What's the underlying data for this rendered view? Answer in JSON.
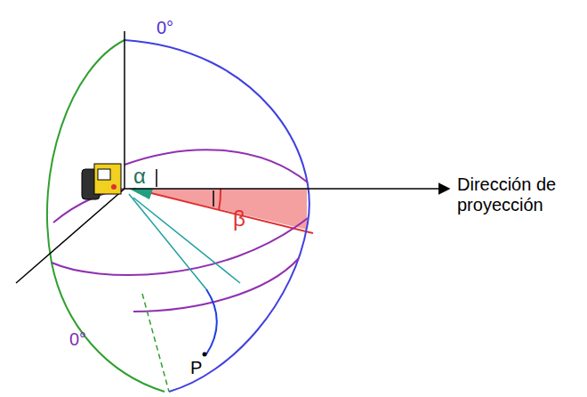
{
  "diagram": {
    "labels": [
      "0°",
      "0°",
      "α",
      "β",
      "Dirección de proyección",
      "P"
    ]
  }
}
